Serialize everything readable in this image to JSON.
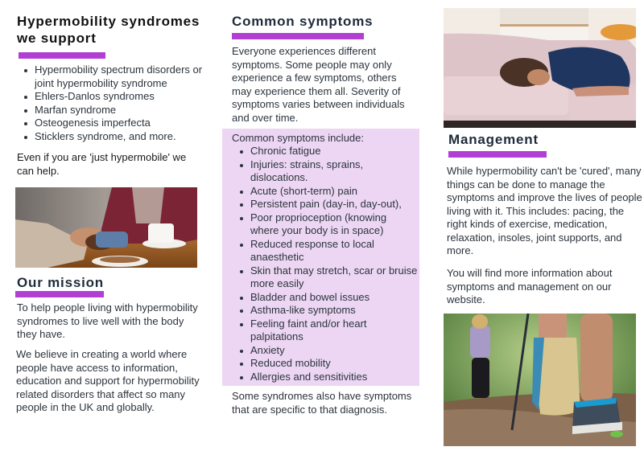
{
  "supported": {
    "title": "Hypermobility syndromes we support",
    "items": [
      "Hypermobility spectrum disorders or joint hypermobility syndrome",
      "Ehlers-Danlos syndromes",
      "Marfan syndrome",
      "Osteogenesis imperfecta",
      "Sticklers syndrome, and more."
    ],
    "note": "Even if you are 'just hypermobile' we can help."
  },
  "mission": {
    "title": "Our mission",
    "paragraphs": [
      "To help people living with hypermobility syndromes to live well with the body they have.",
      "We believe in creating a world where people have access to information, education and support for hypermobility related disorders that affect so many people in the UK and globally."
    ]
  },
  "symptoms": {
    "title": "Common symptoms",
    "intro": "Everyone experiences different symptoms. Some people may only experience a few symptoms, others may experience them all. Severity of symptoms varies between individuals and over time.",
    "list_label": "Common symptoms include:",
    "items": [
      "Chronic fatigue",
      "Injuries: strains, sprains, dislocations.",
      "Acute (short-term) pain",
      "Persistent pain (day-in, day-out),",
      "Poor proprioception (knowing where your body is in space)",
      "Reduced response to local anaesthetic",
      "Skin that may stretch, scar or bruise more easily",
      "Bladder and bowel issues",
      "Asthma-like symptoms",
      "Feeling faint and/or heart palpitations",
      "Anxiety",
      "Reduced mobility",
      "Allergies and sensitivities"
    ],
    "outro": "Some syndromes also have symptoms that are specific to that diagnosis."
  },
  "management": {
    "title": "Management",
    "paragraphs": [
      "While hypermobility can't be 'cured', many things can be done to manage the symptoms and improve the lives of people living with it. This includes: pacing, the right kinds of exercise, medication, relaxation, insoles, joint supports, and more.",
      "You will find more information about symptoms and management on our website."
    ]
  },
  "images": {
    "holding_hands": "photo of two people holding hands over coffee",
    "resting_on_sofa": "photo of woman curled up resting on pink sofa",
    "hiking": "photo of walkers on forest trail with walking pole"
  },
  "colors": {
    "accent": "#b13fd3",
    "symptom_box": "#ecd6f3",
    "heading": "#1e2b3a",
    "text": "#2c343d"
  }
}
